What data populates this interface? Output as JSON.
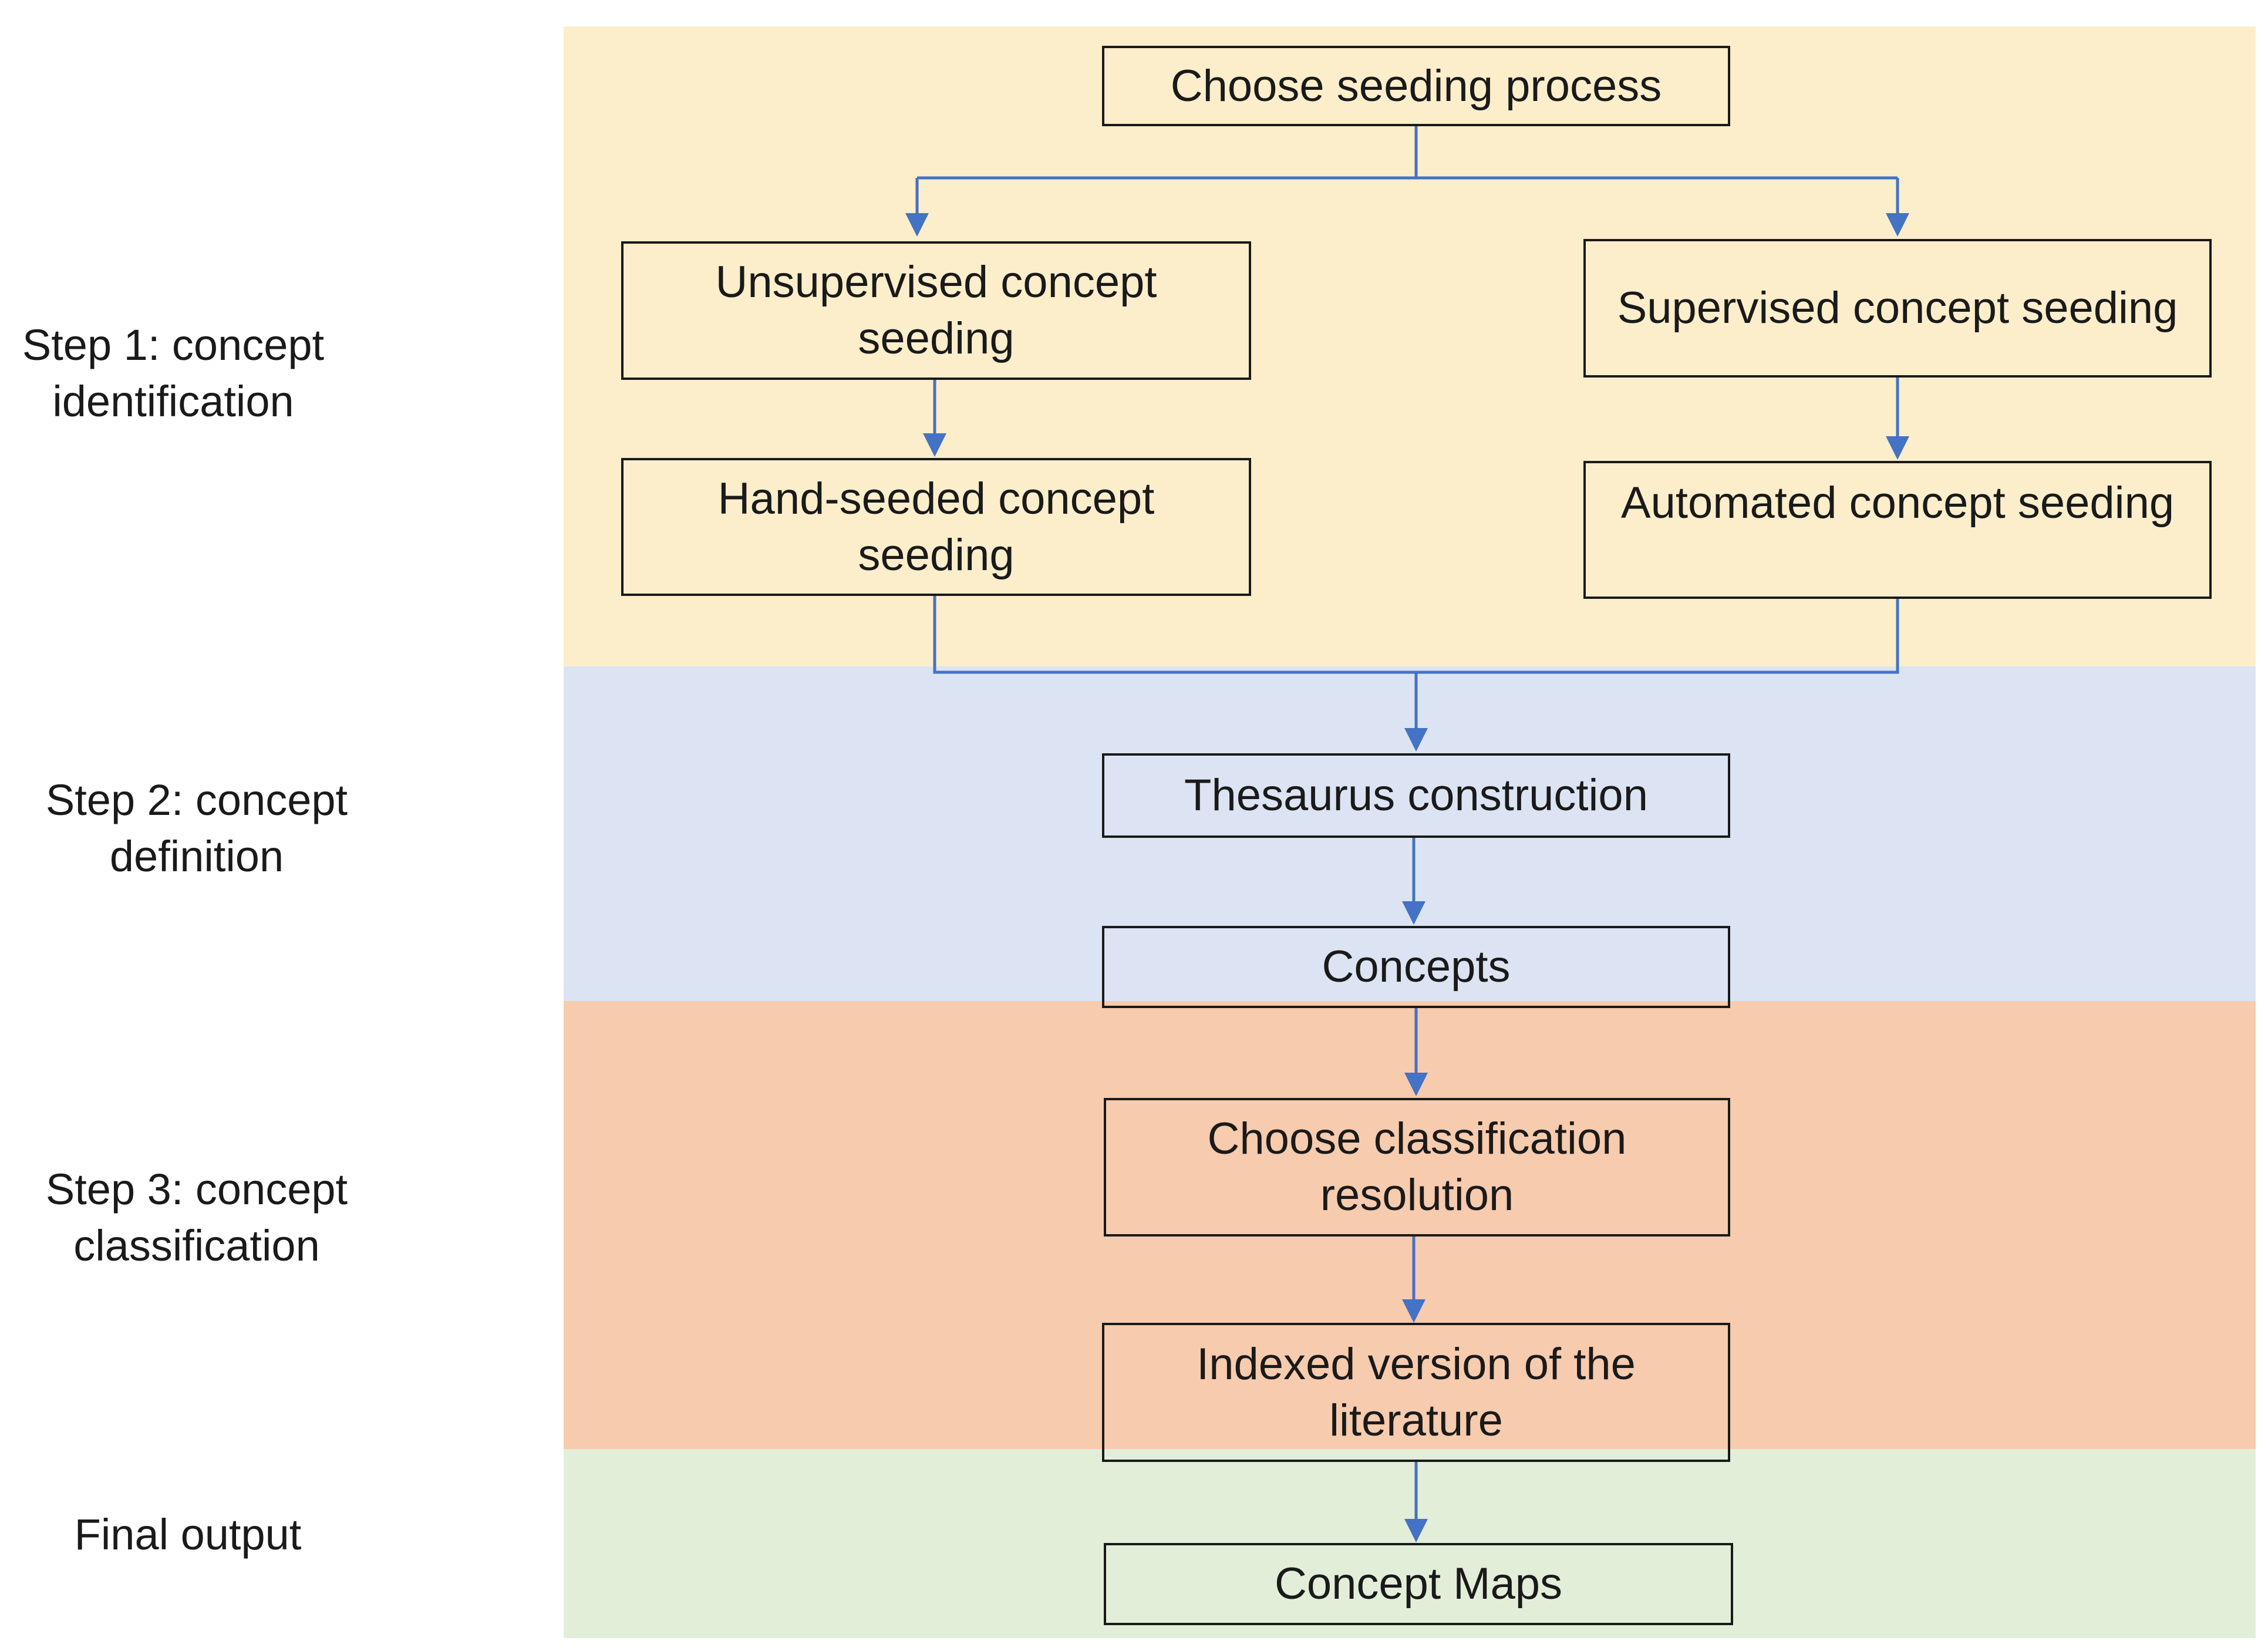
{
  "steps": [
    {
      "label": "Step 1: concept identification"
    },
    {
      "label": "Step 2: concept definition"
    },
    {
      "label": "Step 3: concept classification"
    },
    {
      "label": "Final output"
    }
  ],
  "nodes": {
    "choose_seeding": "Choose seeding process",
    "unsupervised": "Unsupervised concept seeding",
    "supervised": "Supervised concept seeding",
    "hand_seeded": "Hand-seeded concept seeding",
    "automated": "Automated concept seeding",
    "thesaurus": "Thesaurus construction",
    "concepts": "Concepts",
    "choose_classification": "Choose classification resolution",
    "indexed": "Indexed version of the literature",
    "concept_maps": "Concept Maps"
  },
  "colors": {
    "step1_band": "#fdeecb",
    "step2_band": "#dce4f3",
    "step3_band": "#f7cbae",
    "final_band": "#e3eed9",
    "connector": "#4472c4",
    "box_border": "#1a1a1a"
  }
}
